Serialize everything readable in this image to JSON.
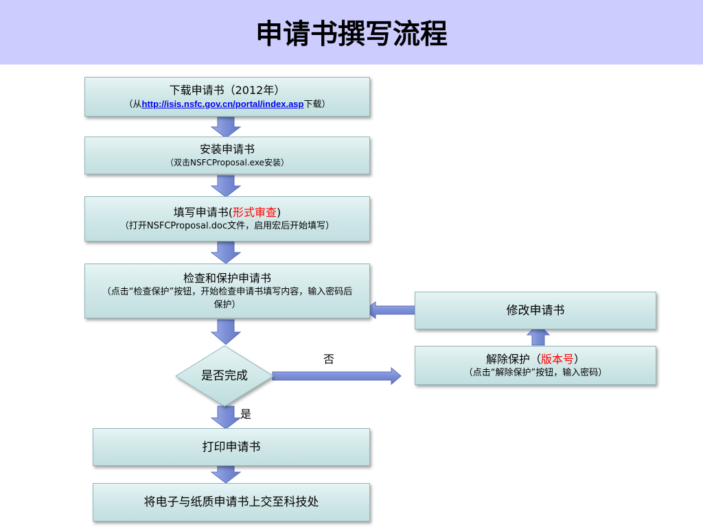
{
  "header": {
    "title": "申请书撰写流程"
  },
  "steps": {
    "download": {
      "title": "下载申请书（2012年）",
      "detail_prefix": "（从",
      "link": "http://isis.nsfc.gov.cn/portal/index.asp",
      "detail_suffix": "下载）"
    },
    "install": {
      "title": "安装申请书",
      "detail": "（双击NSFCProposal.exe安装）"
    },
    "fill": {
      "title_prefix": "填写申请书(",
      "title_highlight": "形式审查",
      "title_suffix": ")",
      "detail": "（打开NSFCProposal.doc文件，启用宏后开始填写）"
    },
    "check": {
      "title": "检查和保护申请书",
      "detail": "（点击“检查保护”按钮，开始检查申请书填写内容，输入密码后保护）"
    },
    "modify": {
      "title": "修改申请书"
    },
    "unprotect": {
      "title_prefix": "解除保护（",
      "title_highlight": "版本号",
      "title_suffix": "）",
      "detail": "（点击“解除保护”按钮，输入密码）"
    },
    "decision": {
      "label": "是否完成",
      "no_label": "否",
      "yes_label": "是"
    },
    "print": {
      "title": "打印申请书"
    },
    "submit": {
      "title": "将电子与纸质申请书上交至科技处"
    }
  },
  "colors": {
    "header_bg": "#ccccff",
    "box_fill": "#cfe6e7",
    "arrow_fill": "#7b8fd6",
    "highlight": "#ff0000",
    "link": "#0000ee"
  }
}
